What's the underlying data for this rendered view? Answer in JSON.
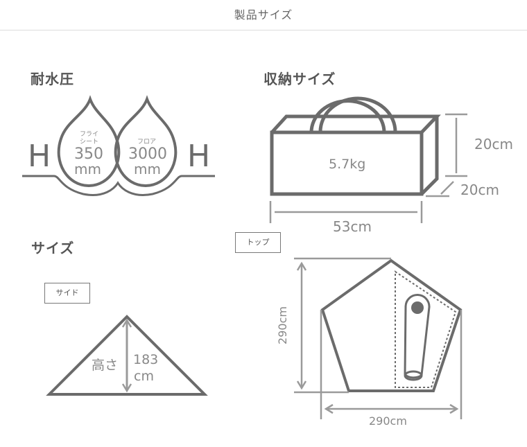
{
  "header": {
    "title": "製品サイズ"
  },
  "water_pressure": {
    "title": "耐水圧",
    "flysheet": {
      "label_line1": "フライ",
      "label_line2": "シート",
      "value": "350",
      "unit": "mm"
    },
    "floor": {
      "label": "フロア",
      "value": "3000",
      "unit": "mm"
    },
    "h_left": "H",
    "h_right": "H"
  },
  "storage": {
    "title": "収納サイズ",
    "weight": "5.7kg",
    "height": "20cm",
    "depth": "20cm",
    "width": "53cm"
  },
  "size": {
    "title": "サイズ",
    "side": {
      "tag": "サイド",
      "height_label": "高さ",
      "height_value": "183",
      "height_unit": "cm"
    },
    "top": {
      "tag": "トップ",
      "depth": "290cm",
      "width": "290cm"
    }
  },
  "colors": {
    "stroke": "#6b6b6b",
    "dim": "#9a9a9a",
    "text": "#888888"
  }
}
